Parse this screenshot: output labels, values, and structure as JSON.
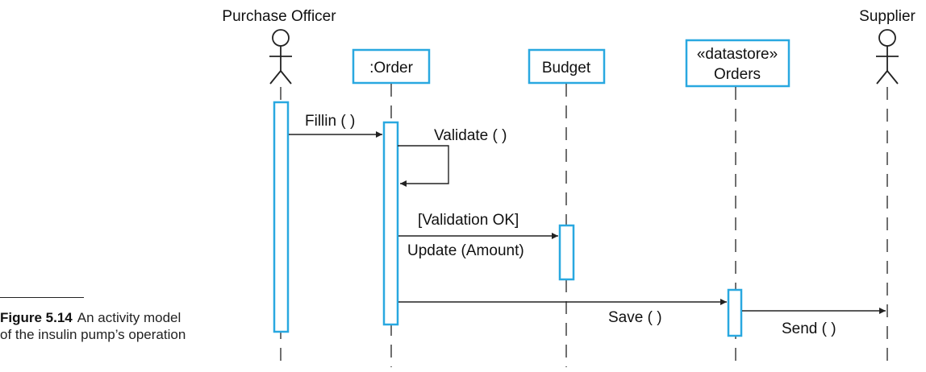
{
  "actors": [
    {
      "id": "purchase-officer",
      "name": "Purchase Officer"
    },
    {
      "id": "supplier",
      "name": "Supplier"
    }
  ],
  "objects": [
    {
      "id": "order",
      "lines": [
        ":Order"
      ]
    },
    {
      "id": "budget",
      "lines": [
        "Budget"
      ]
    },
    {
      "id": "orders",
      "lines": [
        "«datastore»",
        "Orders"
      ]
    }
  ],
  "messages": {
    "fillin": "Fillin ( )",
    "validate": "Validate ( )",
    "validation_ok": "[Validation OK]",
    "update": "Update (Amount)",
    "save": "Save ( )",
    "send": "Send ( )"
  },
  "caption": {
    "figure_id": "Figure 5.14",
    "text": "An activity model of the insulin pump’s operation"
  },
  "colors": {
    "box_stroke": "#29a8e0",
    "line": "#222222"
  }
}
